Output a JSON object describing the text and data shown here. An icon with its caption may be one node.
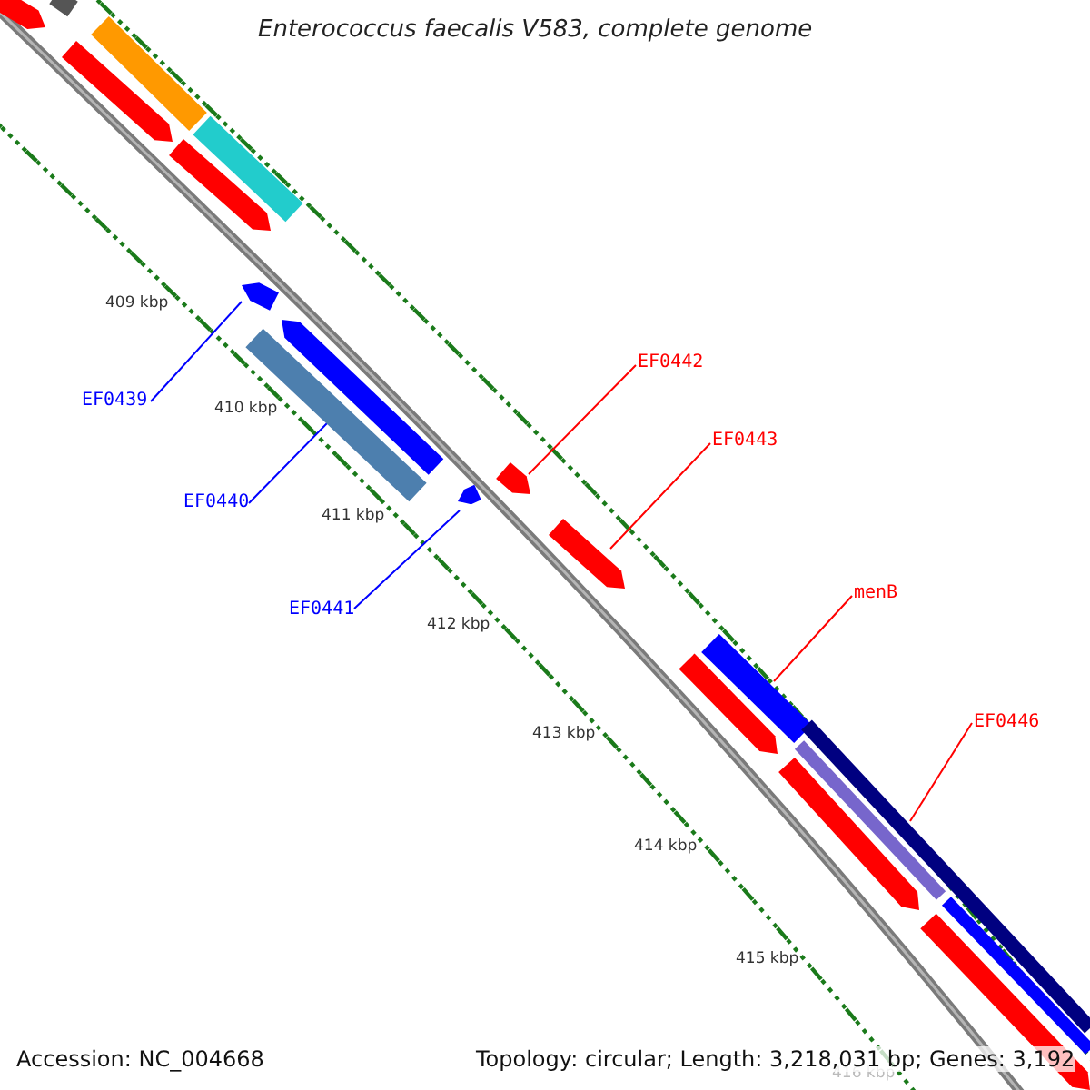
{
  "diagram": {
    "title": "Enterococcus faecalis V583, complete genome",
    "nodes": [
      {
        "text": [
          "EF0439"
        ]
      },
      {
        "text": [
          "EF0440"
        ]
      },
      {
        "text": [
          "EF0441"
        ]
      },
      {
        "text": [
          "EF0442"
        ]
      },
      {
        "text": [
          "EF0443"
        ]
      },
      {
        "text": [
          "menB"
        ]
      },
      {
        "text": [
          "EF0446"
        ]
      },
      {
        "text": [],
        "shape": "bar"
      },
      {
        "text": [],
        "shape": "bar"
      },
      {
        "text": [],
        "shape": "bar"
      },
      {
        "text": [],
        "shape": "bar"
      },
      {
        "text": [],
        "shape": "bar"
      },
      {
        "text": [],
        "shape": "bar"
      },
      {
        "text": [],
        "shape": "bar"
      },
      {
        "text": [],
        "shape": "bar"
      },
      {
        "text": [],
        "shape": "bar"
      },
      {
        "text": [],
        "shape": "bar"
      },
      {
        "text": [],
        "shape": "bar"
      },
      {
        "text": [],
        "shape": "bar"
      },
      {
        "text": [],
        "shape": "bar"
      },
      {
        "text": [],
        "shape": "bar"
      },
      {
        "text": [],
        "shape": "bar"
      },
      {
        "text": [],
        "shape": "bar"
      },
      {
        "text": [],
        "shape": "bar"
      },
      {
        "text": [],
        "shape": "bar"
      },
      {
        "text": [],
        "shape": "bar"
      }
    ],
    "edges": [
      {
        "from": 0,
        "to": 7,
        "arrow": "none",
        "color": "#0000ff"
      },
      {
        "from": 1,
        "to": 8,
        "arrow": "none",
        "color": "#0000ff"
      },
      {
        "from": 2,
        "to": 9,
        "arrow": "none",
        "color": "#0000ff"
      },
      {
        "from": 3,
        "to": 10,
        "arrow": "none"
      },
      {
        "from": 4,
        "to": 11,
        "arrow": "none"
      },
      {
        "from": 5,
        "to": 12,
        "arrow": "none"
      },
      {
        "from": 6,
        "to": 13,
        "arrow": "none"
      }
    ],
    "labels": [
      "409 kbp",
      "410 kbp",
      "411 kbp",
      "412 kbp",
      "413 kbp",
      "414 kbp",
      "415 kbp",
      "416 kbp",
      "Accession: NC_004668",
      "Topology: circular; Length: 3,218,031 bp; Genes: 3,192"
    ]
  }
}
